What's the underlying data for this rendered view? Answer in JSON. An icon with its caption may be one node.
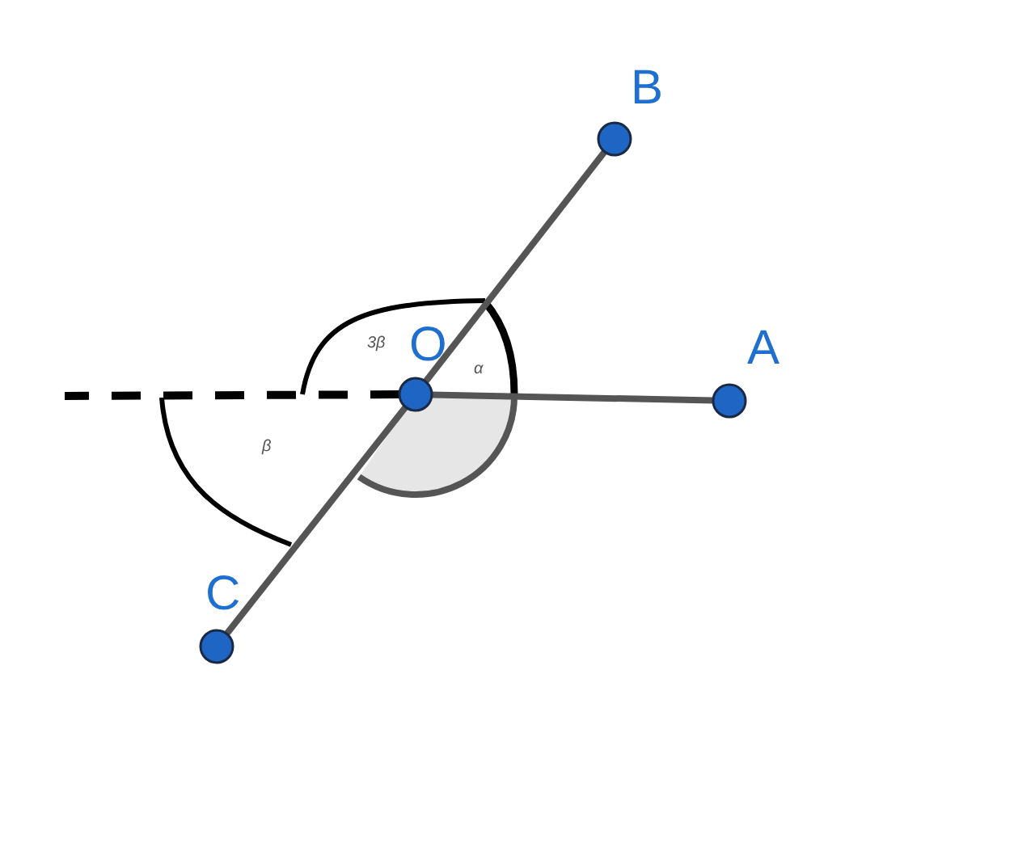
{
  "diagram": {
    "nodes": [
      {
        "text": [],
        "shape": "circle",
        "beside": [
          "O"
        ]
      },
      {
        "text": [],
        "shape": "circle",
        "beside": [
          "A"
        ]
      },
      {
        "text": [],
        "shape": "circle",
        "beside": [
          "B"
        ]
      },
      {
        "text": [],
        "shape": "circle",
        "beside": [
          "C"
        ]
      }
    ],
    "edges": [
      {
        "from": 0,
        "to": 1,
        "arrow": "none"
      },
      {
        "from": 0,
        "to": 2,
        "arrow": "none"
      },
      {
        "from": 0,
        "to": 3,
        "arrow": "none"
      },
      {
        "from": 0,
        "to": null,
        "arrow": "none",
        "style": "dashed",
        "color": "#000000"
      }
    ],
    "labels": [
      "3β",
      "α",
      "β"
    ]
  }
}
